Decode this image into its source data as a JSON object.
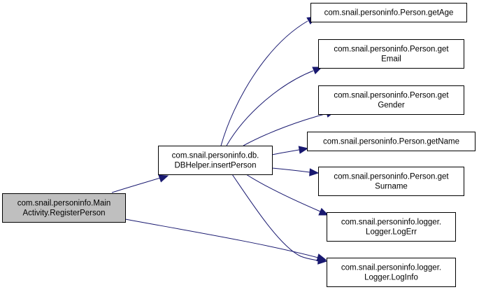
{
  "diagram": {
    "type": "call-graph",
    "colors": {
      "background": "#ffffff",
      "node_fill": "#ffffff",
      "root_fill": "#bfbfbf",
      "node_border": "#000000",
      "edge": "#191970"
    },
    "nodes": [
      {
        "id": "register-person",
        "lines": [
          "com.snail.personinfo.Main",
          "Activity.RegisterPerson"
        ],
        "highlighted": true
      },
      {
        "id": "insert-person",
        "lines": [
          "com.snail.personinfo.db.",
          "DBHelper.insertPerson"
        ]
      },
      {
        "id": "get-age",
        "lines": [
          "com.snail.personinfo.Person.getAge"
        ]
      },
      {
        "id": "get-email",
        "lines": [
          "com.snail.personinfo.Person.get",
          "Email"
        ]
      },
      {
        "id": "get-gender",
        "lines": [
          "com.snail.personinfo.Person.get",
          "Gender"
        ]
      },
      {
        "id": "get-name",
        "lines": [
          "com.snail.personinfo.Person.getName"
        ]
      },
      {
        "id": "get-surname",
        "lines": [
          "com.snail.personinfo.Person.get",
          "Surname"
        ]
      },
      {
        "id": "log-err",
        "lines": [
          "com.snail.personinfo.logger.",
          "Logger.LogErr"
        ]
      },
      {
        "id": "log-info",
        "lines": [
          "com.snail.personinfo.logger.",
          "Logger.LogInfo"
        ]
      }
    ],
    "edges": [
      {
        "from": "register-person",
        "to": "insert-person"
      },
      {
        "from": "register-person",
        "to": "log-info"
      },
      {
        "from": "insert-person",
        "to": "get-age"
      },
      {
        "from": "insert-person",
        "to": "get-email"
      },
      {
        "from": "insert-person",
        "to": "get-gender"
      },
      {
        "from": "insert-person",
        "to": "get-name"
      },
      {
        "from": "insert-person",
        "to": "get-surname"
      },
      {
        "from": "insert-person",
        "to": "log-err"
      },
      {
        "from": "insert-person",
        "to": "log-info"
      }
    ]
  }
}
